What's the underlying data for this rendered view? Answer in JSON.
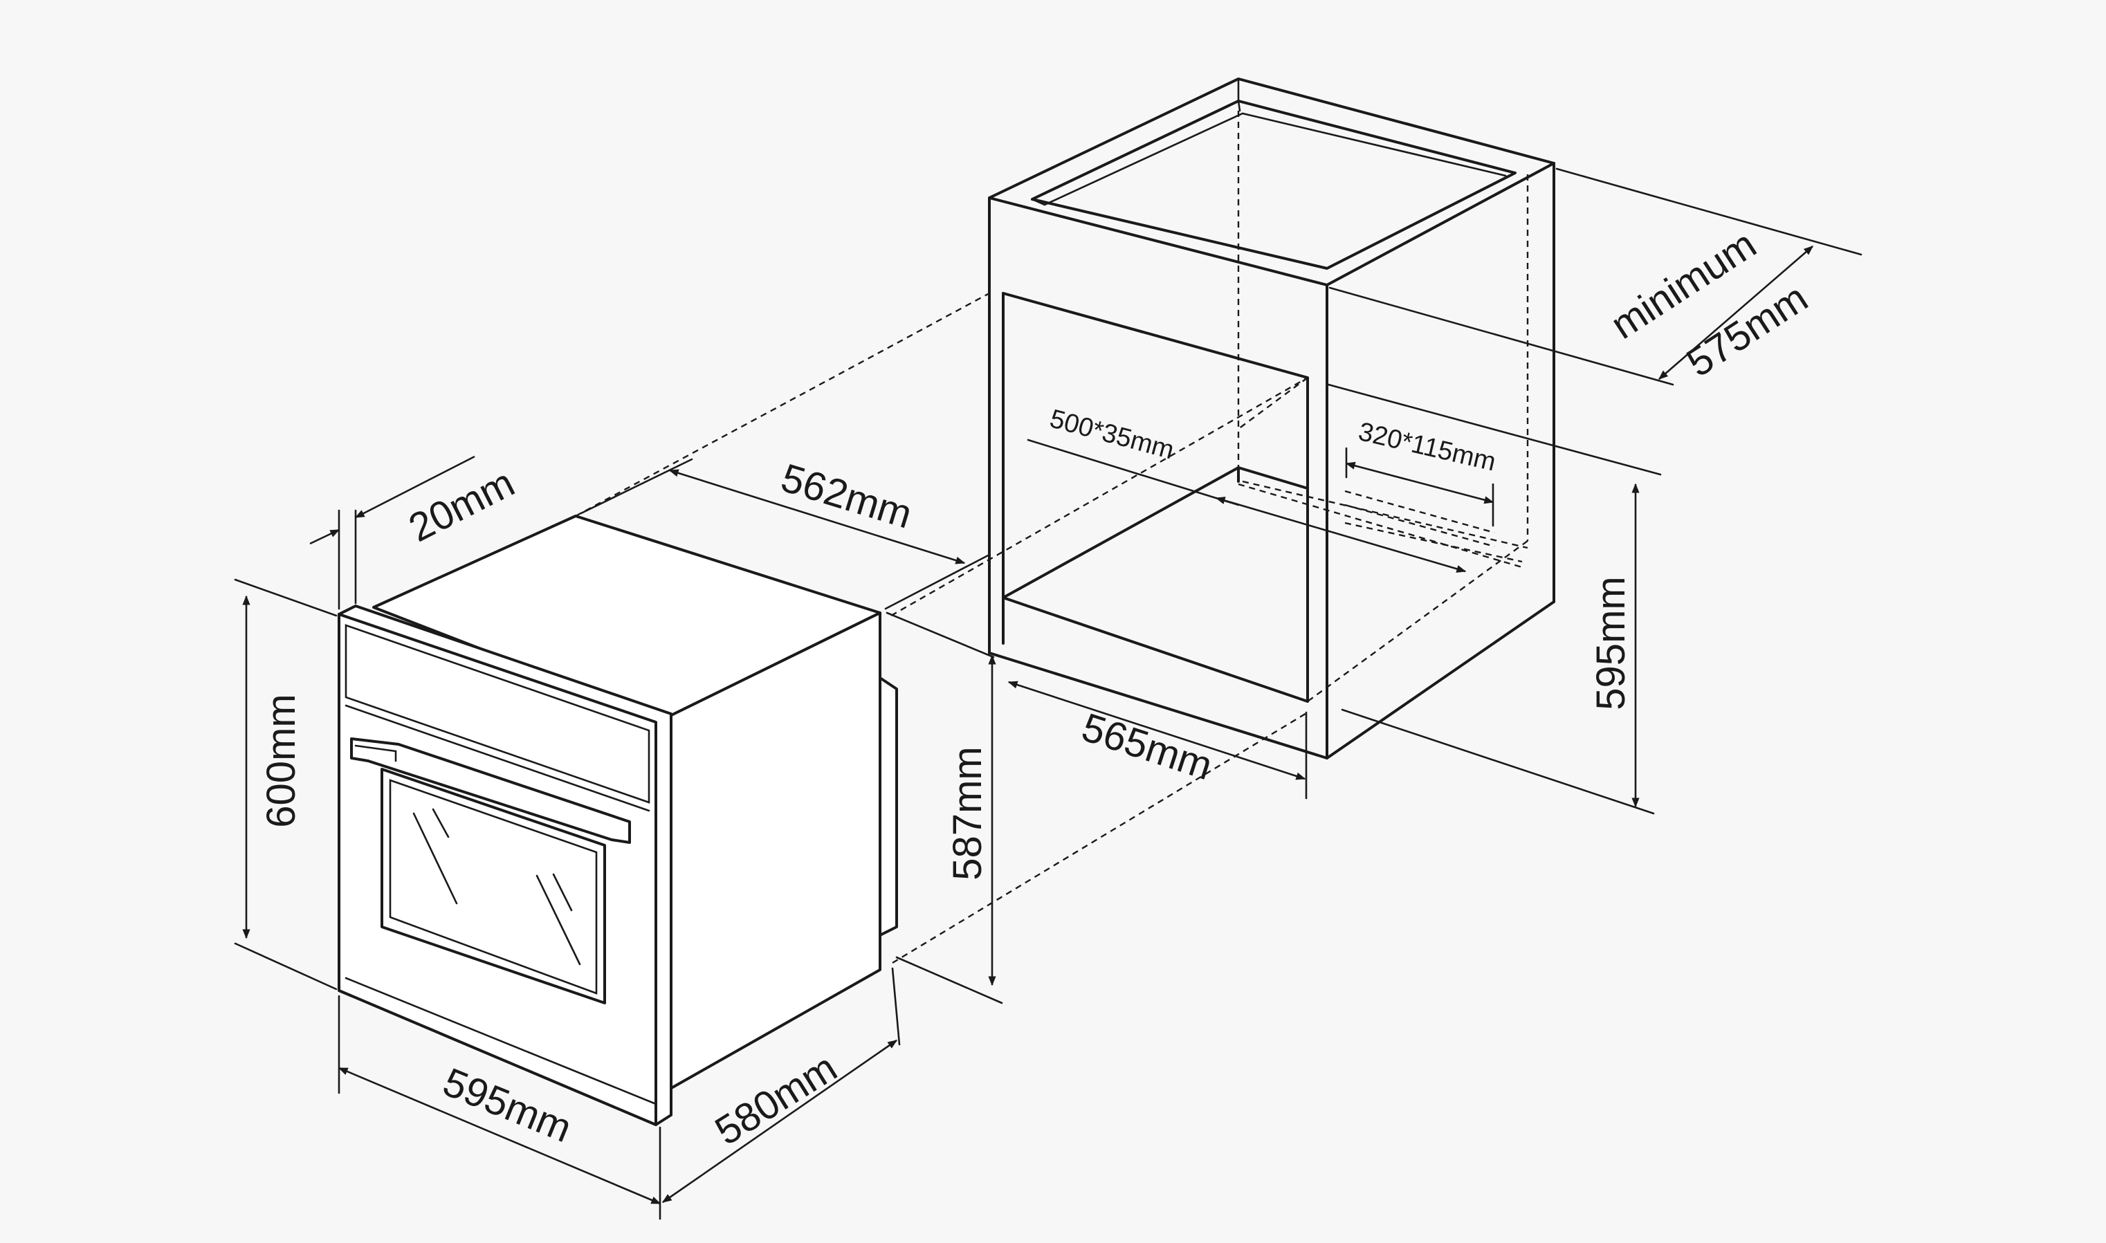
{
  "diagram": {
    "dimensions": {
      "oven_width": "595mm",
      "oven_height": "600mm",
      "oven_depth": "580mm",
      "front_panel_depth": "20mm",
      "body_width": "562mm",
      "body_height": "587mm",
      "cabinet_width": "565mm",
      "cabinet_height": "595mm",
      "cabinet_depth_label": "minimum",
      "cabinet_depth": "575mm",
      "vent_front": "500*35mm",
      "vent_rear": "320*115mm"
    },
    "colors": {
      "line": "#1a1a1a",
      "background": "#f7f7f7"
    }
  }
}
